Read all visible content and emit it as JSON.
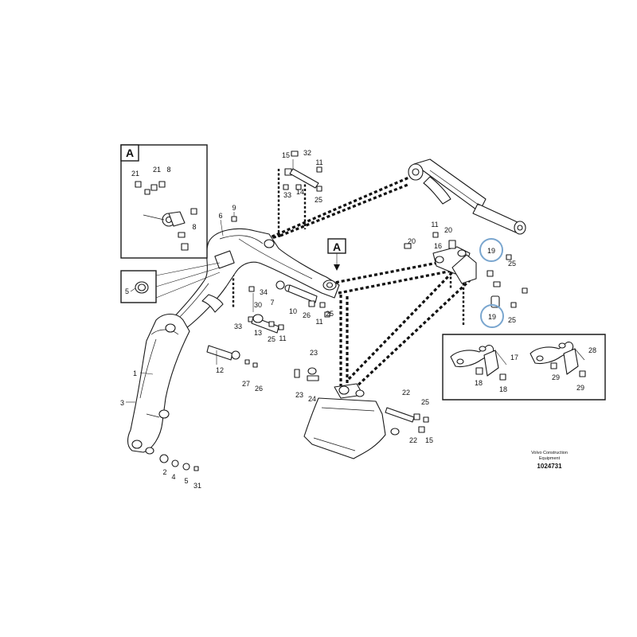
{
  "diagram": {
    "callouts": [
      {
        "id": "c-1",
        "text": "1"
      },
      {
        "id": "c-2",
        "text": "2"
      },
      {
        "id": "c-3",
        "text": "3"
      },
      {
        "id": "c-4",
        "text": "4"
      },
      {
        "id": "c-5-main",
        "text": "5"
      },
      {
        "id": "c-5-box",
        "text": "5"
      },
      {
        "id": "c-6",
        "text": "6"
      },
      {
        "id": "c-7",
        "text": "7"
      },
      {
        "id": "c-8a",
        "text": "8"
      },
      {
        "id": "c-8b",
        "text": "8"
      },
      {
        "id": "c-9",
        "text": "9"
      },
      {
        "id": "c-10",
        "text": "10"
      },
      {
        "id": "c-11a",
        "text": "11"
      },
      {
        "id": "c-11b",
        "text": "11"
      },
      {
        "id": "c-11c",
        "text": "11"
      },
      {
        "id": "c-11d",
        "text": "11"
      },
      {
        "id": "c-12",
        "text": "12"
      },
      {
        "id": "c-13",
        "text": "13"
      },
      {
        "id": "c-14",
        "text": "14"
      },
      {
        "id": "c-15a",
        "text": "15"
      },
      {
        "id": "c-15b",
        "text": "15"
      },
      {
        "id": "c-16",
        "text": "16"
      },
      {
        "id": "c-17",
        "text": "17"
      },
      {
        "id": "c-18a",
        "text": "18"
      },
      {
        "id": "c-18b",
        "text": "18"
      },
      {
        "id": "c-19a",
        "text": "19"
      },
      {
        "id": "c-19b",
        "text": "19"
      },
      {
        "id": "c-20a",
        "text": "20"
      },
      {
        "id": "c-20b",
        "text": "20"
      },
      {
        "id": "c-21a",
        "text": "21"
      },
      {
        "id": "c-21b",
        "text": "21"
      },
      {
        "id": "c-22a",
        "text": "22"
      },
      {
        "id": "c-22b",
        "text": "22"
      },
      {
        "id": "c-23a",
        "text": "23"
      },
      {
        "id": "c-23b",
        "text": "23"
      },
      {
        "id": "c-24",
        "text": "24"
      },
      {
        "id": "c-25a",
        "text": "25"
      },
      {
        "id": "c-25b",
        "text": "25"
      },
      {
        "id": "c-25c",
        "text": "25"
      },
      {
        "id": "c-25d",
        "text": "25"
      },
      {
        "id": "c-25e",
        "text": "25"
      },
      {
        "id": "c-25f",
        "text": "25"
      },
      {
        "id": "c-26a",
        "text": "26"
      },
      {
        "id": "c-26b",
        "text": "26"
      },
      {
        "id": "c-27",
        "text": "27"
      },
      {
        "id": "c-28",
        "text": "28"
      },
      {
        "id": "c-29a",
        "text": "29"
      },
      {
        "id": "c-29b",
        "text": "29"
      },
      {
        "id": "c-30",
        "text": "30"
      },
      {
        "id": "c-31",
        "text": "31"
      },
      {
        "id": "c-32",
        "text": "32"
      },
      {
        "id": "c-33a",
        "text": "33"
      },
      {
        "id": "c-33b",
        "text": "33"
      },
      {
        "id": "c-34",
        "text": "34"
      }
    ],
    "detail_tag": "A",
    "detail_box_title": "A",
    "caption": {
      "line1": "Volvo Construction",
      "line2": "Equipment",
      "number": "1024731"
    },
    "highlight_color": "#7aa6cf"
  }
}
